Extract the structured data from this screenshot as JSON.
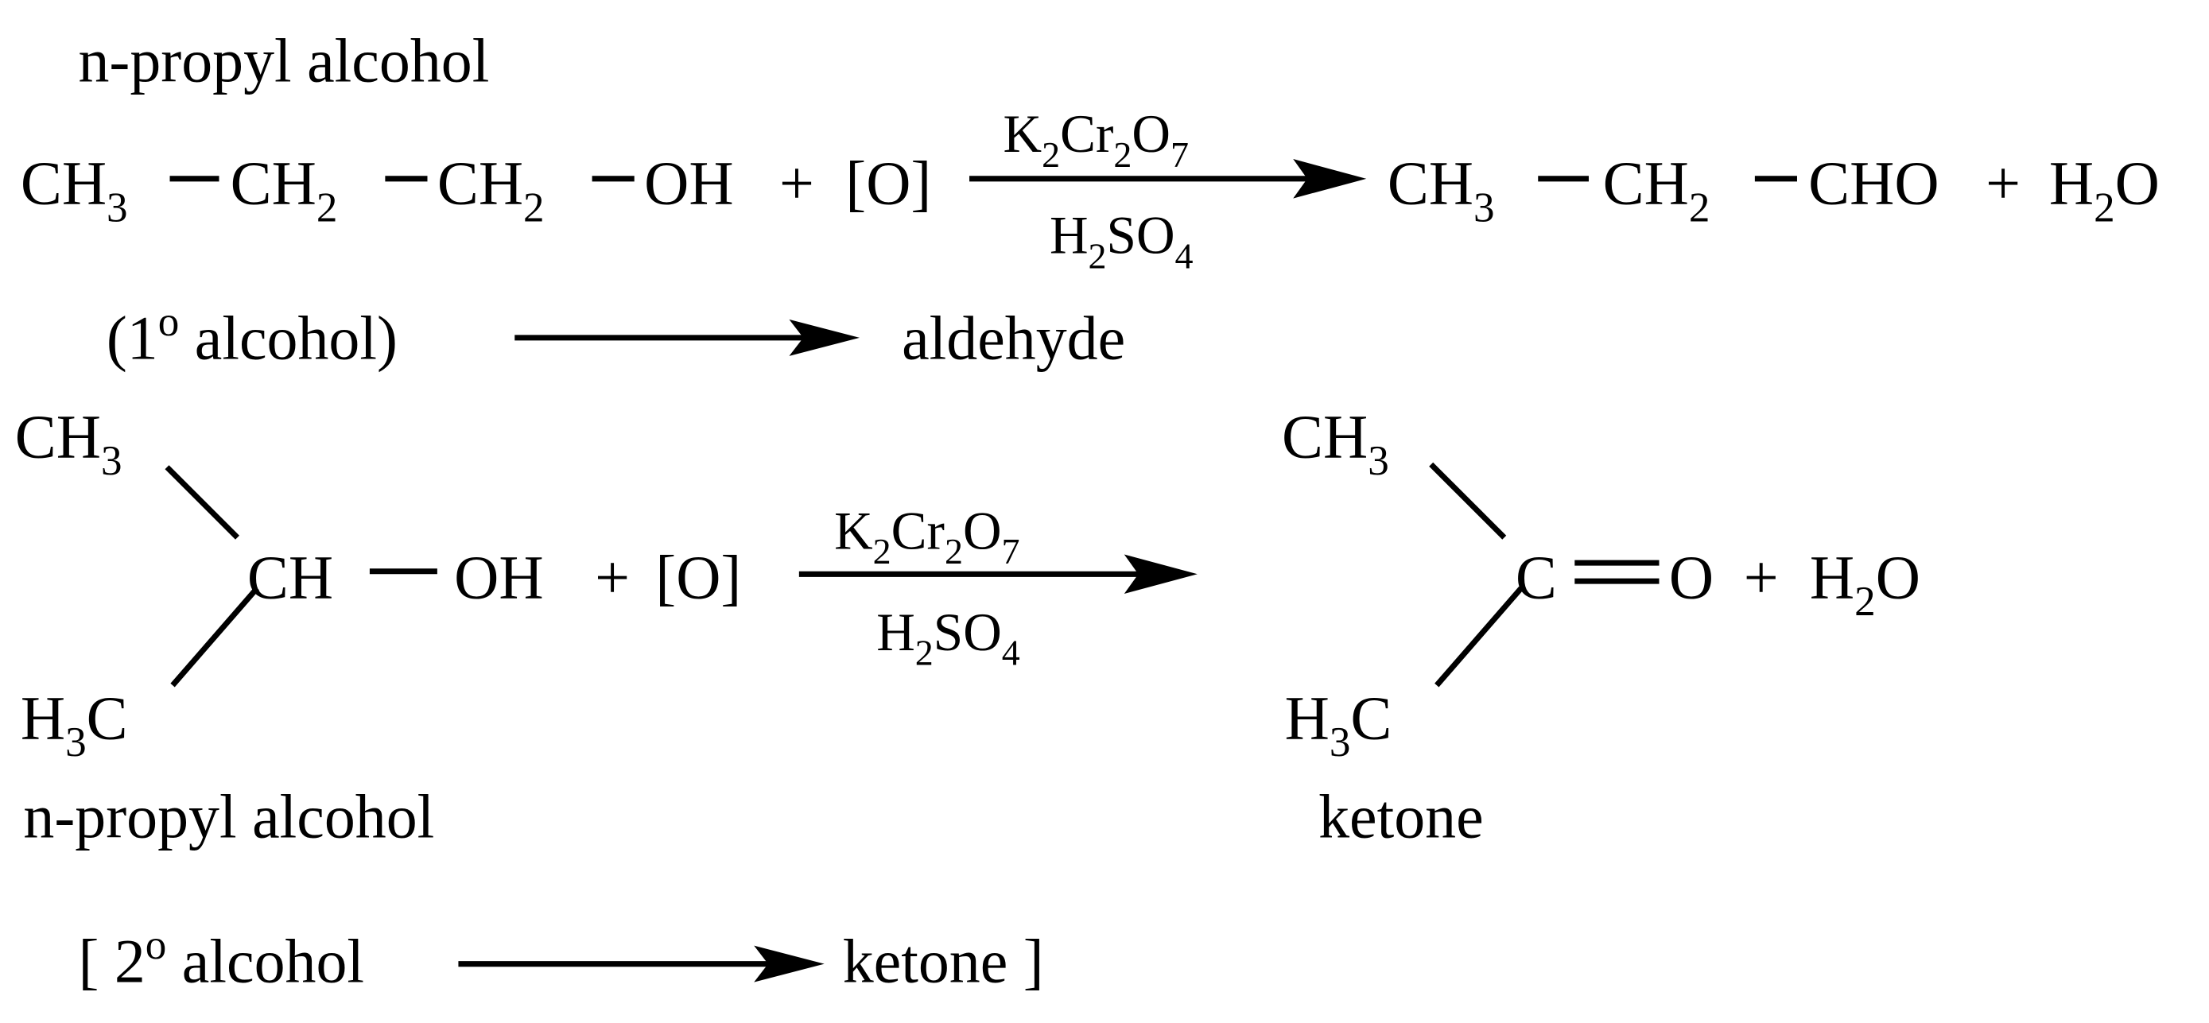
{
  "reaction_1": {
    "reactant_name": "n-propyl alcohol",
    "reactant": {
      "ch3": {
        "seg": [
          "CH",
          "3"
        ],
        "mode": "sub"
      },
      "ch2a": {
        "seg": [
          "CH",
          "2"
        ],
        "mode": "sub"
      },
      "ch2b": {
        "seg": [
          "CH",
          "2"
        ],
        "mode": "sub"
      },
      "oh": {
        "seg": [
          "OH"
        ],
        "mode": "sub"
      }
    },
    "plus_1": "+",
    "oxidant": "[O]",
    "reagent_top": {
      "seg": [
        "K",
        "2",
        "Cr",
        "2",
        "O",
        "7"
      ],
      "mode": "sub"
    },
    "reagent_bottom": {
      "seg": [
        "H",
        "2",
        "SO",
        "4"
      ],
      "mode": "sub"
    },
    "product": {
      "ch3": {
        "seg": [
          "CH",
          "3"
        ],
        "mode": "sub"
      },
      "ch2": {
        "seg": [
          "CH",
          "2"
        ],
        "mode": "sub"
      },
      "cho": {
        "seg": [
          "CHO"
        ],
        "mode": "sub"
      }
    },
    "plus_2": "+",
    "water": {
      "seg": [
        "H",
        "2",
        "O"
      ],
      "mode": "sub"
    },
    "summary_left": {
      "seg": [
        "(1",
        "o",
        " alcohol)"
      ],
      "mode": "sup"
    },
    "summary_right": "aldehyde"
  },
  "reaction_2": {
    "reactant": {
      "ch3_top": {
        "seg": [
          "CH",
          "3"
        ],
        "mode": "sub"
      },
      "ch": {
        "seg": [
          "CH"
        ],
        "mode": "sub"
      },
      "h3c_bottom": {
        "seg": [
          "H",
          "3",
          "C"
        ],
        "mode": "sub"
      },
      "oh": {
        "seg": [
          "OH"
        ],
        "mode": "sub"
      }
    },
    "plus_1": "+",
    "oxidant": "[O]",
    "reagent_top": {
      "seg": [
        "K",
        "2",
        "Cr",
        "2",
        "O",
        "7"
      ],
      "mode": "sub"
    },
    "reagent_bottom": {
      "seg": [
        "H",
        "2",
        "SO",
        "4"
      ],
      "mode": "sub"
    },
    "product": {
      "ch3_top": {
        "seg": [
          "CH",
          "3"
        ],
        "mode": "sub"
      },
      "c": {
        "seg": [
          "C"
        ],
        "mode": "sub"
      },
      "o": {
        "seg": [
          "O"
        ],
        "mode": "sub"
      },
      "h3c_bottom": {
        "seg": [
          "H",
          "3",
          "C"
        ],
        "mode": "sub"
      }
    },
    "plus_2": "+",
    "water": {
      "seg": [
        "H",
        "2",
        "O"
      ],
      "mode": "sub"
    },
    "reactant_name": "n-propyl alcohol",
    "product_name": "ketone",
    "summary_left": {
      "seg": [
        "[ 2",
        "o",
        " alcohol"
      ],
      "mode": "sup"
    },
    "summary_right": "ketone ]"
  }
}
